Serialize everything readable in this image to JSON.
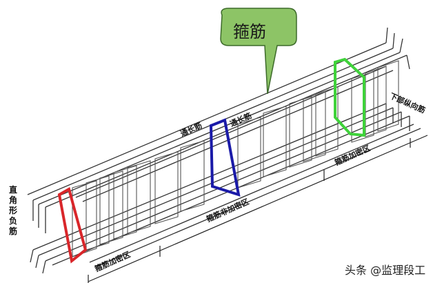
{
  "diagram": {
    "callout": {
      "label": "箍筋",
      "fill": "#8dc466",
      "stroke": "#3c6a2a"
    },
    "labels": {
      "left_vertical": "直角形负筋",
      "top_long_bar_1": "通长筋",
      "top_long_bar_2": "通长筋",
      "bottom_longitudinal": "下部纵向筋",
      "zone_left": "箍筋加密区",
      "zone_middle": "箍筋非加密区",
      "zone_right": "箍筋加密区"
    },
    "highlights": {
      "red_stirrup": "#d9262a",
      "blue_stirrup": "#1a1aa8",
      "green_stirrup": "#3fd23a"
    },
    "watermark": "头条 @监理段工"
  }
}
